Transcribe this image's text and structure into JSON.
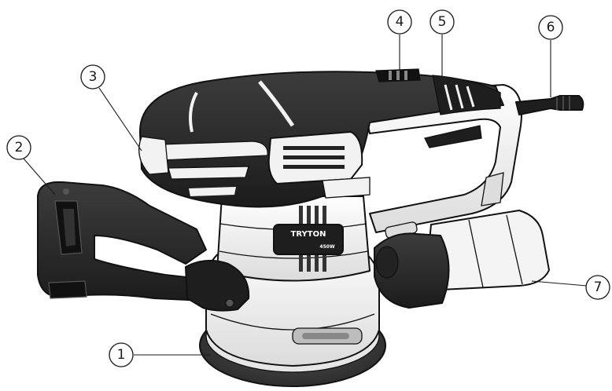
{
  "diagram": {
    "brand_label": "TRYTON",
    "power_label": "450W",
    "callouts": [
      {
        "number": "1"
      },
      {
        "number": "2"
      },
      {
        "number": "3"
      },
      {
        "number": "4"
      },
      {
        "number": "5"
      },
      {
        "number": "6"
      },
      {
        "number": "7"
      }
    ]
  },
  "colors": {
    "body_dark": "#2a2a2a",
    "body_light": "#f2f2f2",
    "pad": "#3a3a3a",
    "ink": "#111111"
  }
}
